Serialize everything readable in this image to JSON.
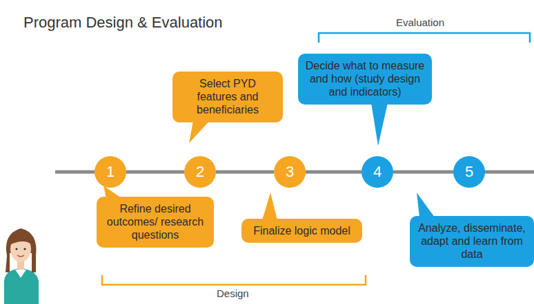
{
  "diagram": {
    "title": "Program Design & Evaluation",
    "nodes": [
      {
        "text": [
          "1"
        ]
      },
      {
        "text": [
          "2"
        ]
      },
      {
        "text": [
          "3"
        ]
      },
      {
        "text": [
          "4"
        ]
      },
      {
        "text": [
          "5"
        ]
      },
      {
        "text": [
          "Refine desired outcomes/ research questions"
        ]
      },
      {
        "text": [
          "Select PYD features and beneficiaries"
        ]
      },
      {
        "text": [
          "Finalize logic model"
        ]
      },
      {
        "text": [
          "Decide what to measure and how (study design and indicators)"
        ]
      },
      {
        "text": [
          "Analyze, disseminate, adapt and learn from data"
        ]
      }
    ],
    "edges": [
      {
        "from": 0,
        "to": 1,
        "arrow": "none"
      },
      {
        "from": 1,
        "to": 2,
        "arrow": "none"
      },
      {
        "from": 2,
        "to": 3,
        "arrow": "none"
      },
      {
        "from": 3,
        "to": 4,
        "arrow": "none"
      }
    ],
    "labels": [
      "Evaluation",
      "Design"
    ]
  }
}
